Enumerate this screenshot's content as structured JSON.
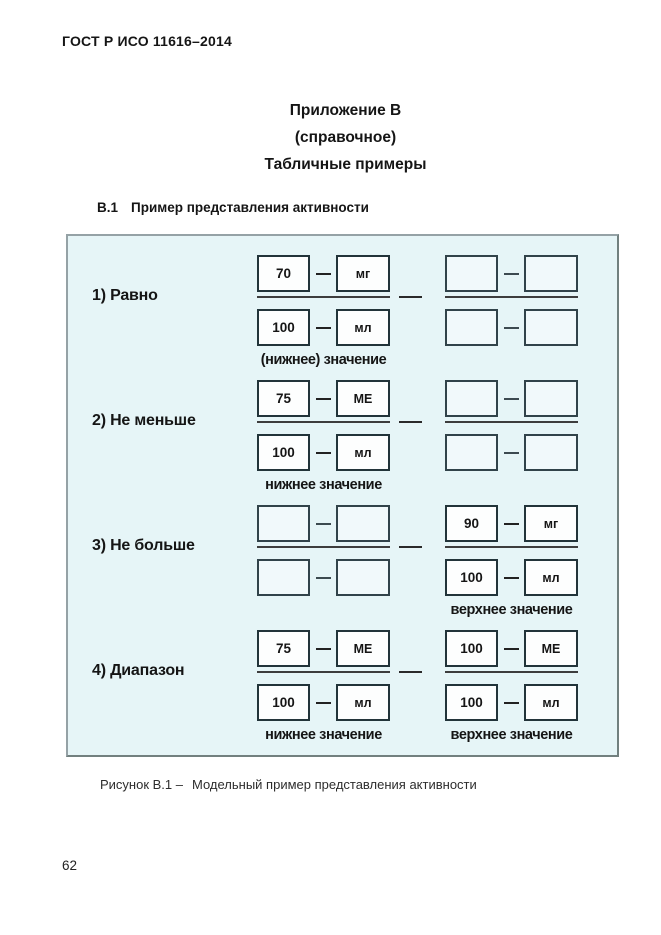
{
  "document": {
    "header": "ГОСТ Р ИСО 11616–2014",
    "appendix_heading": "Приложение В",
    "appendix_type": "(справочное)",
    "appendix_title": "Табличные примеры",
    "section_number": "В.1",
    "section_title": "Пример представления активности",
    "figure_caption_label": "Рисунок В.1 –",
    "figure_caption_text": "Модельный пример представления активности",
    "page_number": "62"
  },
  "figure": {
    "background_color": "#e6f5f7",
    "box_border_color": "#22343a",
    "rows": [
      {
        "label": "1) Равно",
        "left": {
          "numerator_value": "70",
          "numerator_unit": "мг",
          "denominator_value": "100",
          "denominator_unit": "мл",
          "label": "(нижнее) значение"
        },
        "right": {
          "numerator_value": "",
          "numerator_unit": "",
          "denominator_value": "",
          "denominator_unit": "",
          "label": ""
        }
      },
      {
        "label": "2) Не меньше",
        "left": {
          "numerator_value": "75",
          "numerator_unit": "МЕ",
          "denominator_value": "100",
          "denominator_unit": "мл",
          "label": "нижнее значение"
        },
        "right": {
          "numerator_value": "",
          "numerator_unit": "",
          "denominator_value": "",
          "denominator_unit": "",
          "label": ""
        }
      },
      {
        "label": "3) Не больше",
        "left": {
          "numerator_value": "",
          "numerator_unit": "",
          "denominator_value": "",
          "denominator_unit": "",
          "label": ""
        },
        "right": {
          "numerator_value": "90",
          "numerator_unit": "мг",
          "denominator_value": "100",
          "denominator_unit": "мл",
          "label": "верхнее значение"
        }
      },
      {
        "label": "4) Диапазон",
        "left": {
          "numerator_value": "75",
          "numerator_unit": "МЕ",
          "denominator_value": "100",
          "denominator_unit": "мл",
          "label": "нижнее значение"
        },
        "right": {
          "numerator_value": "100",
          "numerator_unit": "МЕ",
          "denominator_value": "100",
          "denominator_unit": "мл",
          "label": "верхнее значение"
        }
      }
    ]
  }
}
